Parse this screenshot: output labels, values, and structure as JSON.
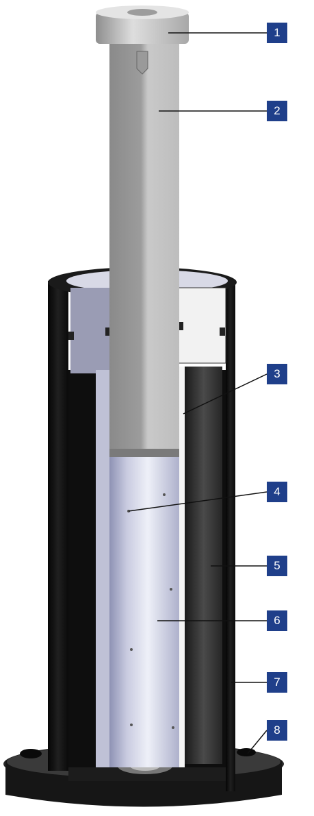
{
  "callouts": [
    {
      "number": "1",
      "part": "top-cap"
    },
    {
      "number": "2",
      "part": "piston-rod"
    },
    {
      "number": "3",
      "part": "guide-gap"
    },
    {
      "number": "4",
      "part": "inner-cylinder-orifice"
    },
    {
      "number": "5",
      "part": "outer-annular-chamber"
    },
    {
      "number": "6",
      "part": "inner-pressure-tube"
    },
    {
      "number": "7",
      "part": "outer-housing-wall"
    },
    {
      "number": "8",
      "part": "mounting-base-flange"
    }
  ],
  "colors": {
    "callout_bg": "#1f3f8a",
    "callout_text": "#ffffff",
    "leader_line": "#111111",
    "rod_light": "#c8c8c8",
    "rod_dark": "#7e7e7e",
    "housing_black": "#141414",
    "inner_tube_light": "#e6e8f2",
    "inner_tube_blue": "#a8accc",
    "guide_block": "#9a9cb4"
  }
}
